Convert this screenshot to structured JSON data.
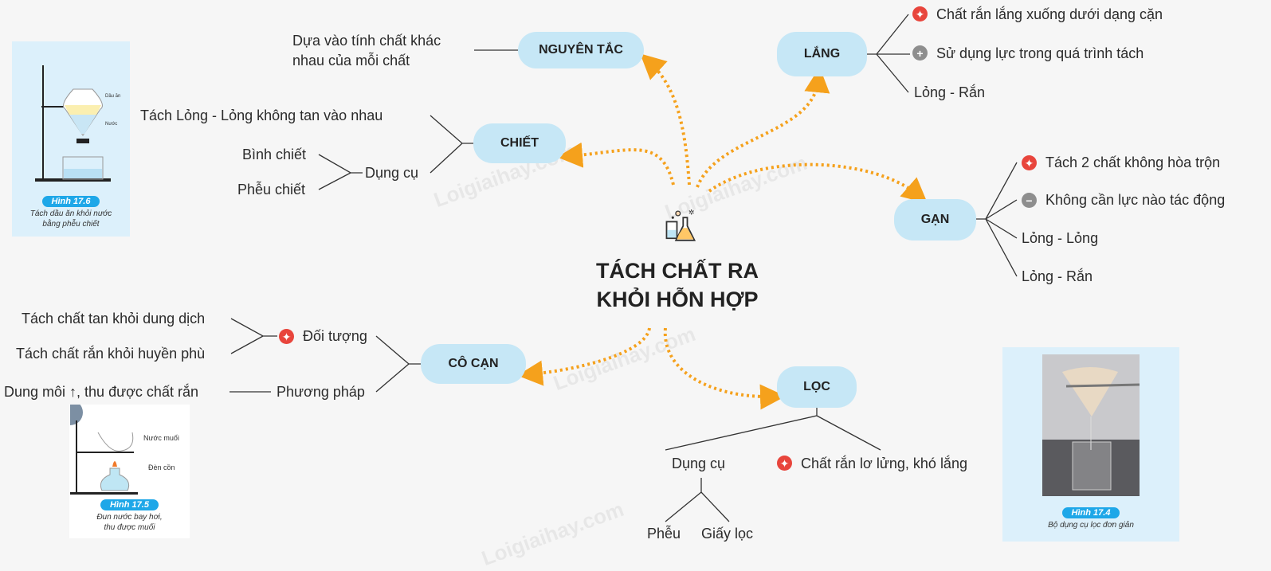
{
  "center": {
    "line1": "TÁCH CHẤT RA",
    "line2": "KHỎI HỖN HỢP",
    "icon": "chemistry-flask-icon"
  },
  "watermark": "Loigiaihay.com",
  "colors": {
    "node": "#c6e7f6",
    "arrow": "#f5a11c",
    "pin": "#e8453c"
  },
  "nodes": {
    "nguyen_tac": {
      "label": "NGUYÊN TẮC",
      "desc1": "Dựa vào tính chất khác",
      "desc2": "nhau của mỗi chất"
    },
    "lang": {
      "label": "LẮNG",
      "items": [
        "Chất rắn lắng xuống dưới dạng cặn",
        "Sử dụng lực trong quá trình tách",
        "Lỏng - Rắn"
      ]
    },
    "chiet": {
      "label": "CHIẾT",
      "item1": "Tách Lỏng - Lỏng không tan vào nhau",
      "tools": "Dụng cụ",
      "tool_items": [
        "Bình chiết",
        "Phễu chiết"
      ]
    },
    "gan": {
      "label": "GẠN",
      "items": [
        "Tách 2 chất không hòa trộn",
        "Không cần lực nào tác động",
        "Lỏng - Lỏng",
        "Lỏng - Rắn"
      ]
    },
    "co_can": {
      "label": "CÔ CẠN",
      "target": "Đối tượng",
      "target_items": [
        "Tách chất tan khỏi dung dịch",
        "Tách chất rắn khỏi huyền phù"
      ],
      "method": "Phương pháp",
      "method_item": "Dung môi ↑, thu được chất rắn"
    },
    "loc": {
      "label": "LỌC",
      "tools": "Dụng cụ",
      "tool_items": [
        "Phễu",
        "Giấy lọc"
      ],
      "item": "Chất rắn lơ lửng, khó lắng"
    }
  },
  "figures": [
    {
      "caption": "Hình 17.6",
      "text1": "Tách dầu ăn khỏi nước",
      "text2": "bằng phễu chiết",
      "labels": [
        "Dầu ăn",
        "Nước"
      ]
    },
    {
      "caption": "Hình 17.5",
      "text1": "Đun nước bay hơi,",
      "text2": "thu được muối",
      "labels": [
        "Nước muối",
        "Đèn cồn"
      ]
    },
    {
      "caption": "Hình 17.4",
      "text1": "Bộ dụng cụ lọc đơn giản"
    }
  ]
}
